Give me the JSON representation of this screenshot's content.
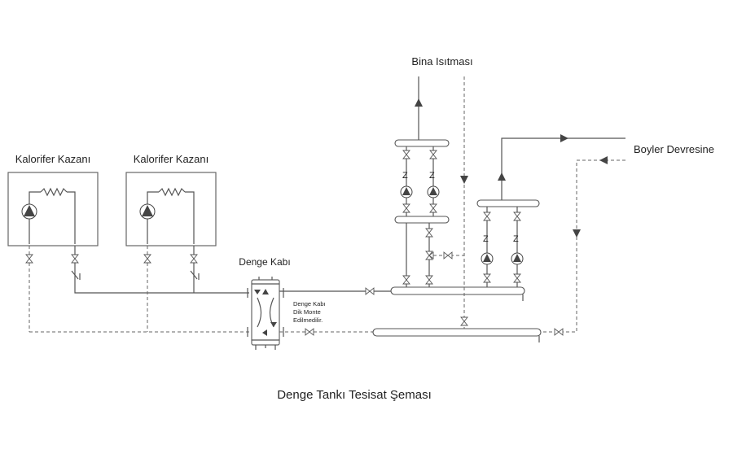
{
  "diagram": {
    "title": "Denge Tankı Tesisat Şeması",
    "boilers": [
      {
        "label": "Kalorifer Kazanı"
      },
      {
        "label": "Kalorifer Kazanı"
      }
    ],
    "tank": {
      "label": "Denge Kabı",
      "note_lines": [
        "Denge Kabı",
        "Dik Monte",
        "Edilmedilir."
      ]
    },
    "outputs": {
      "heating": "Bina Isıtması",
      "boiler_circuit": "Boyler Devresine"
    },
    "colors": {
      "line": "#555555",
      "arrow": "#444444",
      "text": "#222222"
    }
  }
}
